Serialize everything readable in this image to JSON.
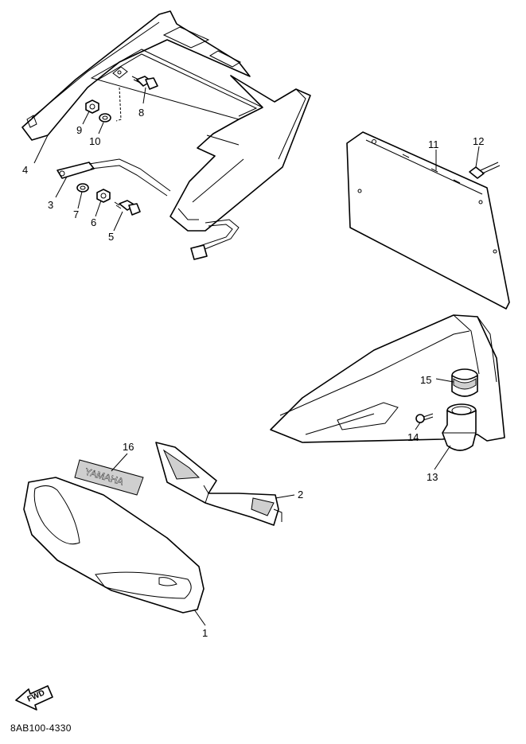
{
  "diagram": {
    "diagram_code": "8AB100-4330",
    "fwd_label": "FWD",
    "emblem_text": "YAMAHA",
    "callouts": [
      {
        "id": "c1",
        "label": "1"
      },
      {
        "id": "c2",
        "label": "2"
      },
      {
        "id": "c3",
        "label": "3"
      },
      {
        "id": "c4",
        "label": "4"
      },
      {
        "id": "c5",
        "label": "5"
      },
      {
        "id": "c6",
        "label": "6"
      },
      {
        "id": "c7",
        "label": "7"
      },
      {
        "id": "c8",
        "label": "8"
      },
      {
        "id": "c9",
        "label": "9"
      },
      {
        "id": "c10",
        "label": "10"
      },
      {
        "id": "c11",
        "label": "11"
      },
      {
        "id": "c12",
        "label": "12"
      },
      {
        "id": "c13",
        "label": "13"
      },
      {
        "id": "c14",
        "label": "14"
      },
      {
        "id": "c15",
        "label": "15"
      },
      {
        "id": "c16",
        "label": "16"
      }
    ]
  }
}
